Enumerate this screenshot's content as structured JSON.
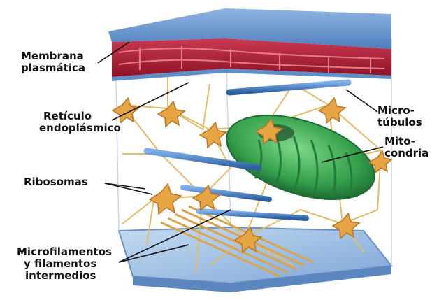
{
  "labels": {
    "membrana": [
      "Membrana",
      "plasmática"
    ],
    "reticulo": [
      "Retículo",
      "endoplásmico"
    ],
    "ribosomas": [
      "Ribosomas"
    ],
    "micro_filamentos": [
      "Microfilamentos",
      "y filamentos",
      "intermedios"
    ],
    "microtubulos": [
      "Micro-",
      "túbulos"
    ],
    "mitocondria": [
      "Mito-",
      "condria"
    ]
  },
  "colors": {
    "membrane_red": "#b3203a",
    "membrane_blue": "#5f8fc8",
    "microtubule": "#3e7cc8",
    "mitochondria": "#3faa55",
    "ribosome": "#e3a242",
    "filament": "#e6c170",
    "floor": "#a9c6e8"
  }
}
